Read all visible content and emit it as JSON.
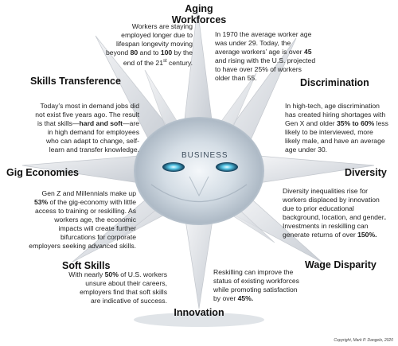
{
  "center_label": "BUSINESS",
  "credit": "Copyright, Mark P. Dangelo, 2020",
  "sections": {
    "aging": {
      "title": [
        "Aging",
        "Workforces"
      ],
      "left_text": [
        [
          {
            "t": "Workers are staying"
          }
        ],
        [
          {
            "t": "employed longer due to"
          }
        ],
        [
          {
            "t": "lifespan longevity moving"
          }
        ],
        [
          {
            "t": "beyond "
          },
          {
            "t": "80",
            "b": true
          },
          {
            "t": " and to "
          },
          {
            "t": "100",
            "b": true
          },
          {
            "t": " by the"
          }
        ],
        [
          {
            "t": "end of the 21"
          },
          {
            "t": "st",
            "sup": true
          },
          {
            "t": " century."
          }
        ]
      ],
      "right_text": [
        [
          {
            "t": "In 1970 the average worker age"
          }
        ],
        [
          {
            "t": "was under 29.  Today, the"
          }
        ],
        [
          {
            "t": "average workers’ age is over "
          },
          {
            "t": "45",
            "b": true
          }
        ],
        [
          {
            "t": "and rising with the U.S. projected"
          }
        ],
        [
          {
            "t": "to have over 25% of workers"
          }
        ],
        [
          {
            "t": "older than 55."
          }
        ]
      ]
    },
    "skills_transference": {
      "title": [
        "Skills Transference"
      ],
      "text": [
        [
          {
            "t": "Today’s most in demand jobs did"
          }
        ],
        [
          {
            "t": "not exist five years ago.  The result"
          }
        ],
        [
          {
            "t": "is that skills—"
          },
          {
            "t": "hard and soft",
            "b": true
          },
          {
            "t": "—are"
          }
        ],
        [
          {
            "t": "in high demand for employees"
          }
        ],
        [
          {
            "t": "who can adapt to change, self-"
          }
        ],
        [
          {
            "t": "learn and transfer knowledge."
          }
        ]
      ]
    },
    "discrimination": {
      "title": [
        "Discrimination"
      ],
      "text": [
        [
          {
            "t": "In high-tech, age discrimination"
          }
        ],
        [
          {
            "t": "has created hiring shortages with"
          }
        ],
        [
          {
            "t": "Gen X and older "
          },
          {
            "t": "35% to 60%",
            "b": true
          },
          {
            "t": " less"
          }
        ],
        [
          {
            "t": "likely to be interviewed, more"
          }
        ],
        [
          {
            "t": "likely male, and have an average"
          }
        ],
        [
          {
            "t": "age under 30."
          }
        ]
      ]
    },
    "gig": {
      "title": [
        "Gig Economies"
      ],
      "text": [
        [
          {
            "t": "Gen Z and Millennials make up"
          }
        ],
        [
          {
            "t": "53%",
            "b": true
          },
          {
            "t": " of the gig-economy with little"
          }
        ],
        [
          {
            "t": "access to training or reskilling.  As"
          }
        ],
        [
          {
            "t": "workers age, the economic"
          }
        ],
        [
          {
            "t": "impacts will create further"
          }
        ],
        [
          {
            "t": "bifurcations for corporate"
          }
        ],
        [
          {
            "t": "employers seeking advanced skills."
          }
        ]
      ]
    },
    "diversity": {
      "title": [
        "Diversity"
      ],
      "text": [
        [
          {
            "t": "Diversity inequalities rise for"
          }
        ],
        [
          {
            "t": "workers displaced by innovation"
          }
        ],
        [
          {
            "t": "due to prior educational"
          }
        ],
        [
          {
            "t": "background, location, and gender"
          },
          {
            "t": ".",
            "b": true
          }
        ],
        [
          {
            "t": "Investments in reskilling can"
          }
        ],
        [
          {
            "t": "generate returns of over "
          },
          {
            "t": "150%.",
            "b": true
          }
        ]
      ]
    },
    "soft_skills": {
      "title": [
        "Soft Skills"
      ],
      "text": [
        [
          {
            "t": "With nearly "
          },
          {
            "t": "50%",
            "b": true
          },
          {
            "t": " of U.S. workers"
          }
        ],
        [
          {
            "t": "unsure about their careers,"
          }
        ],
        [
          {
            "t": "employers find that soft skills"
          }
        ],
        [
          {
            "t": "are indicative of success."
          }
        ]
      ]
    },
    "wage": {
      "title": [
        "Wage Disparity"
      ],
      "text": [
        [
          {
            "t": "Reskilling can improve the"
          }
        ],
        [
          {
            "t": "status of existing workforces"
          }
        ],
        [
          {
            "t": "while promoting satisfaction"
          }
        ],
        [
          {
            "t": "by over "
          },
          {
            "t": "45%.",
            "b": true
          }
        ]
      ]
    },
    "innovation": {
      "title": [
        "Innovation"
      ]
    }
  }
}
